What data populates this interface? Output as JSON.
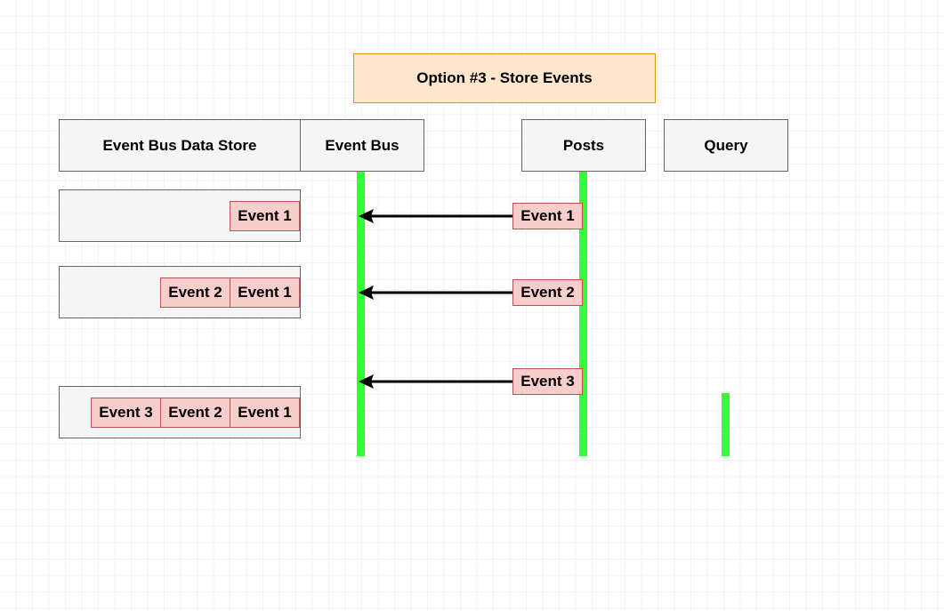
{
  "diagram": {
    "title": "Option #3 - Store Events",
    "accent_title_fill": "#ffe6cc",
    "accent_title_border": "#d79b00",
    "lifeline_color": "#33ff33",
    "event_chip_fill": "#f8cecc",
    "event_chip_border": "#b85450",
    "node_fill": "#f5f5f5",
    "node_border": "#666666"
  },
  "lanes": [
    {
      "label": "Event Bus Data Store",
      "has_lifeline": false
    },
    {
      "label": "Event Bus",
      "has_lifeline": true
    },
    {
      "label": "Posts",
      "has_lifeline": true
    },
    {
      "label": "Query",
      "has_lifeline": true
    }
  ],
  "store_rows": [
    {
      "chips": [
        "Event 1"
      ]
    },
    {
      "chips": [
        "Event 2",
        "Event 1"
      ]
    },
    {
      "chips": [
        "Event 3",
        "Event 2",
        "Event 1"
      ]
    }
  ],
  "messages": [
    {
      "label": "Event 1",
      "from": "Posts",
      "to": "Event Bus",
      "direction": "left"
    },
    {
      "label": "Event 2",
      "from": "Posts",
      "to": "Event Bus",
      "direction": "left"
    },
    {
      "label": "Event 3",
      "from": "Posts",
      "to": "Event Bus",
      "direction": "left"
    }
  ]
}
